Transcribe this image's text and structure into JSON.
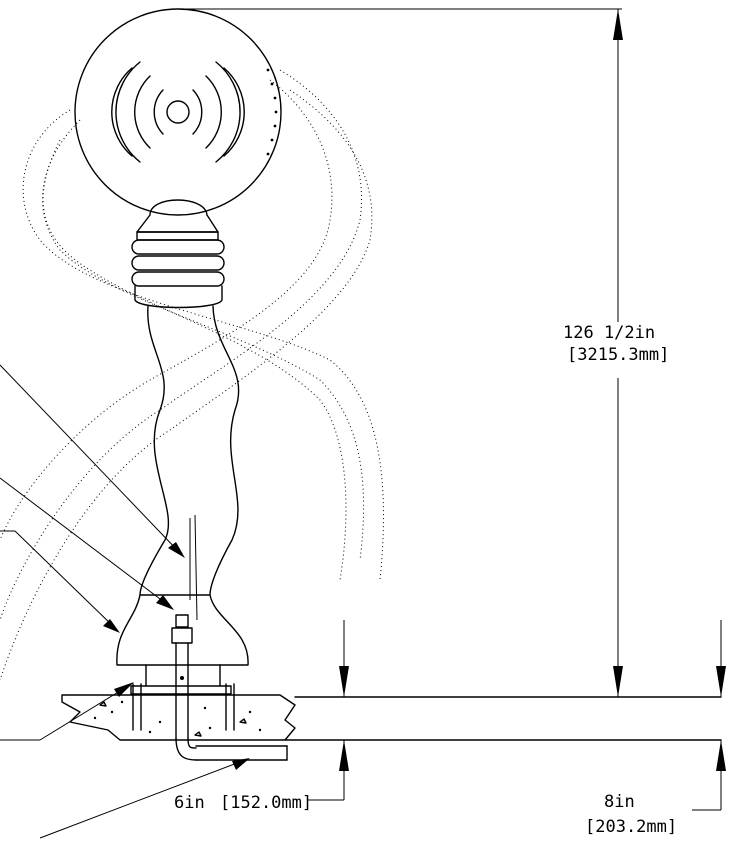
{
  "dimensions": {
    "height": {
      "imperial": "126 1/2in",
      "metric": "[3215.3mm]"
    },
    "depth": {
      "imperial": "8in",
      "metric": "[203.2mm]"
    },
    "offset": {
      "imperial": "6in",
      "metric": "[152.0mm]"
    }
  }
}
